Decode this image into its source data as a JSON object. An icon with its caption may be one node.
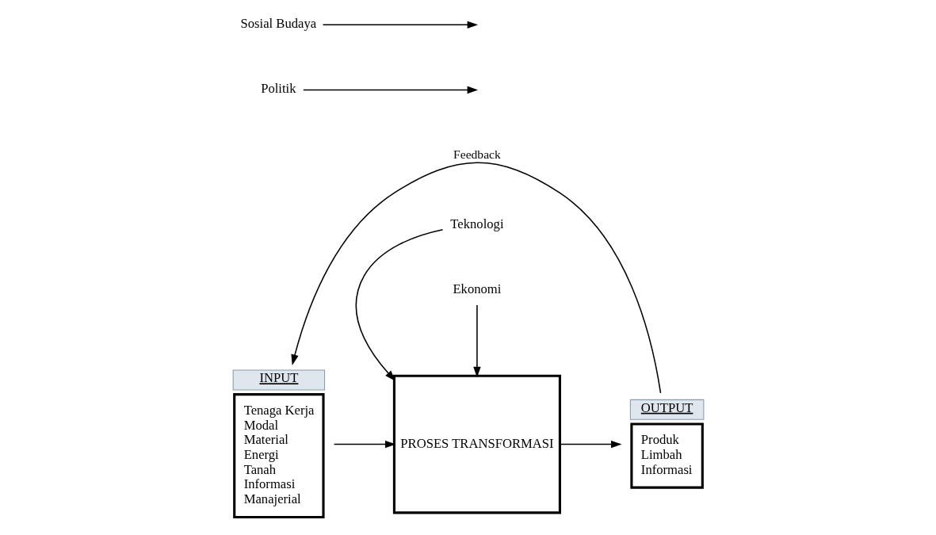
{
  "diagram": {
    "nodes": [
      {
        "text": [
          "INPUT",
          "Tenaga Kerja",
          "Modal",
          "Material",
          "Energi",
          "Tanah",
          "Informasi",
          "Manajerial"
        ]
      },
      {
        "text": [
          "PROSES TRANSFORMASI"
        ]
      },
      {
        "text": [
          "OUTPUT",
          "Produk",
          "Limbah",
          "Informasi"
        ]
      },
      {
        "text": [
          "Teknologi"
        ]
      },
      {
        "text": [
          "Ekonomi"
        ]
      },
      {
        "text": [
          "Politik"
        ]
      },
      {
        "text": [
          "Sosial Budaya"
        ]
      }
    ],
    "edges": [
      {
        "from": 0,
        "to": 1,
        "arrow": "to"
      },
      {
        "from": 1,
        "to": 2,
        "arrow": "to"
      },
      {
        "from": 3,
        "to": 1,
        "arrow": "to"
      },
      {
        "from": 4,
        "to": 1,
        "arrow": "to"
      },
      {
        "from": 2,
        "to": 0,
        "arrow": "to",
        "label": "Feedback"
      },
      {
        "from": 5,
        "to": null,
        "arrow": "to"
      },
      {
        "from": 6,
        "to": null,
        "arrow": "to"
      }
    ]
  }
}
